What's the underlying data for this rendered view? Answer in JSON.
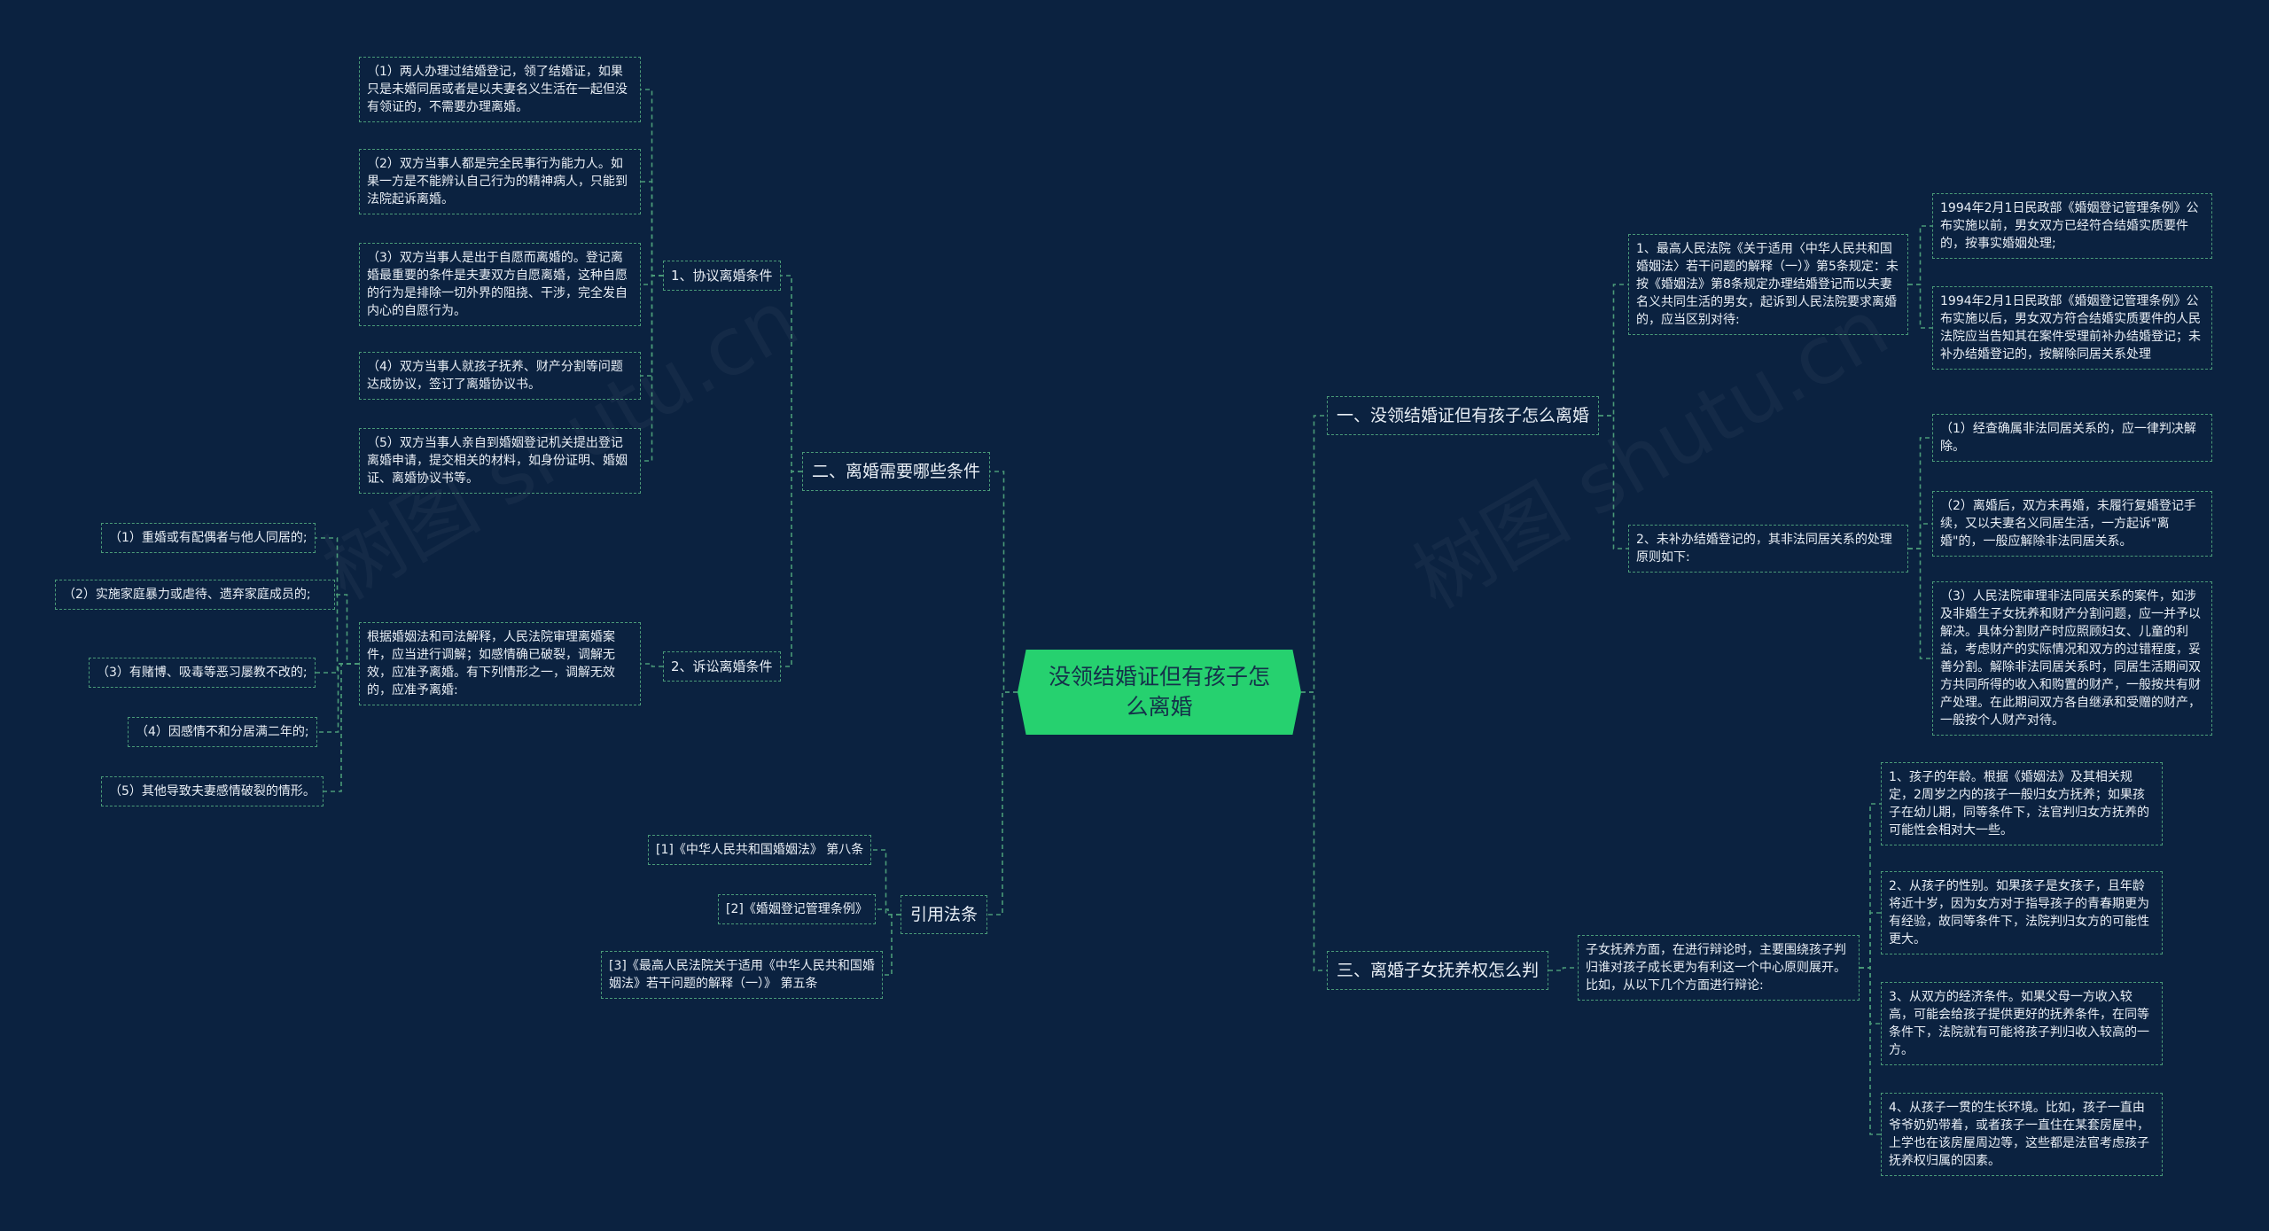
{
  "watermark": "树图 shutu.cn",
  "root": {
    "title": "没领结婚证但有孩子怎么离婚"
  },
  "right": {
    "b1": {
      "title": "一、没领结婚证但有孩子怎么离婚",
      "c1": {
        "text": "1、最高人民法院《关于适用〈中华人民共和国婚姻法〉若干问题的解释（一）》第5条规定：未按《婚姻法》第8条规定办理结婚登记而以夫妻名义共同生活的男女，起诉到人民法院要求离婚的，应当区别对待:",
        "d1": "1994年2月1日民政部《婚姻登记管理条例》公布实施以前，男女双方已经符合结婚实质要件的，按事实婚姻处理;",
        "d2": "1994年2月1日民政部《婚姻登记管理条例》公布实施以后，男女双方符合结婚实质要件的人民法院应当告知其在案件受理前补办结婚登记；未补办结婚登记的，按解除同居关系处理"
      },
      "c2": {
        "text": "2、未补办结婚登记的，其非法同居关系的处理原则如下:",
        "d1": "（1）经查确属非法同居关系的，应一律判决解除。",
        "d2": "（2）离婚后，双方未再婚，未履行复婚登记手续，又以夫妻名义同居生活，一方起诉\"离婚\"的，一般应解除非法同居关系。",
        "d3": "（3）人民法院审理非法同居关系的案件，如涉及非婚生子女抚养和财产分割问题，应一并予以解决。具体分割财产时应照顾妇女、儿童的利益，考虑财产的实际情况和双方的过错程度，妥善分割。解除非法同居关系时，同居生活期间双方共同所得的收入和购置的财产，一般按共有财产处理。在此期间双方各自继承和受赠的财产，一般按个人财产对待。"
      }
    },
    "b3": {
      "title": "三、离婚子女抚养权怎么判",
      "c1": {
        "text": "子女抚养方面，在进行辩论时，主要围绕孩子判归谁对孩子成长更为有利这一个中心原则展开。比如，从以下几个方面进行辩论:",
        "d1": "1、孩子的年龄。根据《婚姻法》及其相关规定，2周岁之内的孩子一般归女方抚养；如果孩子在幼儿期，同等条件下，法官判归女方抚养的可能性会相对大一些。",
        "d2": "2、从孩子的性别。如果孩子是女孩子，且年龄将近十岁，因为女方对于指导孩子的青春期更为有经验，故同等条件下，法院判归女方的可能性更大。",
        "d3": "3、从双方的经济条件。如果父母一方收入较高，可能会给孩子提供更好的抚养条件，在同等条件下，法院就有可能将孩子判归收入较高的一方。",
        "d4": "4、从孩子一贯的生长环境。比如，孩子一直由爷爷奶奶带着，或者孩子一直住在某套房屋中，上学也在该房屋周边等，这些都是法官考虑孩子抚养权归属的因素。"
      }
    }
  },
  "left": {
    "b2": {
      "title": "二、离婚需要哪些条件",
      "c1": {
        "title": "1、协议离婚条件",
        "d1": "（1）两人办理过结婚登记，领了结婚证，如果只是未婚同居或者是以夫妻名义生活在一起但没有领证的，不需要办理离婚。",
        "d2": "（2）双方当事人都是完全民事行为能力人。如果一方是不能辨认自己行为的精神病人，只能到法院起诉离婚。",
        "d3": "（3）双方当事人是出于自愿而离婚的。登记离婚最重要的条件是夫妻双方自愿离婚，这种自愿的行为是排除一切外界的阻挠、干涉，完全发自内心的自愿行为。",
        "d4": "（4）双方当事人就孩子抚养、财产分割等问题达成协议，签订了离婚协议书。",
        "d5": "（5）双方当事人亲自到婚姻登记机关提出登记离婚申请，提交相关的材料，如身份证明、婚姻证、离婚协议书等。"
      },
      "c2": {
        "title": "2、诉讼离婚条件",
        "text": "根据婚姻法和司法解释，人民法院审理离婚案件，应当进行调解；如感情确已破裂，调解无效，应准予离婚。有下列情形之一，调解无效的，应准予离婚:",
        "e1": "（1）重婚或有配偶者与他人同居的;",
        "e2": "（2）实施家庭暴力或虐待、遗弃家庭成员的;",
        "e3": "（3）有赌博、吸毒等恶习屡教不改的;",
        "e4": "（4）因感情不和分居满二年的;",
        "e5": "（5）其他导致夫妻感情破裂的情形。"
      }
    },
    "b4": {
      "title": "引用法条",
      "r1": "[1]《中华人民共和国婚姻法》 第八条",
      "r2": "[2]《婚姻登记管理条例》",
      "r3": "[3]《最高人民法院关于适用《中华人民共和国婚姻法》若干问题的解释（一）》 第五条"
    }
  }
}
